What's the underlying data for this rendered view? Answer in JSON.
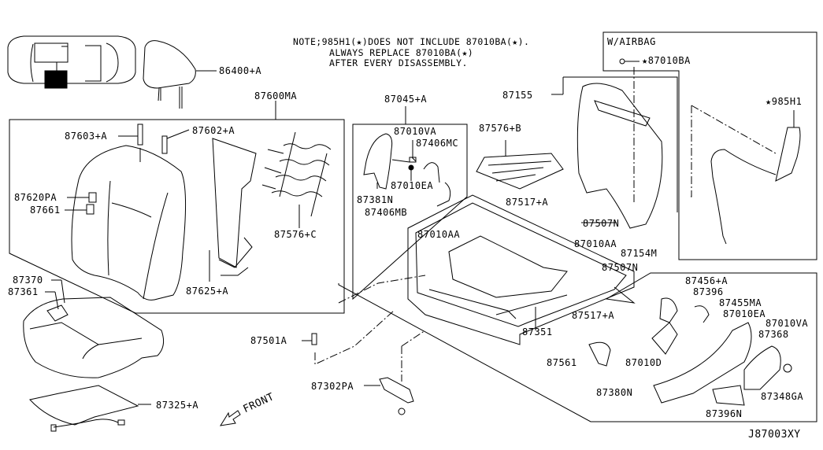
{
  "note": {
    "line1": "NOTE;985H1(★)DOES NOT INCLUDE 87010BA(★).",
    "line2": "ALWAYS REPLACE 87010BA(★)",
    "line3": "AFTER EVERY DISASSEMBLY."
  },
  "airbag_box": {
    "title": "W/AIRBAG",
    "star_icon": "★",
    "label_87010BA": "87010BA",
    "label_985H1": "985H1"
  },
  "front_indicator": "FRONT",
  "diagram_code": "J87003XY",
  "labels": {
    "p86400A": "86400+A",
    "p87600MA": "87600MA",
    "p87603A": "87603+A",
    "p87602A": "87602+A",
    "p87620PA": "87620PA",
    "p87661": "87661",
    "p87576C": "87576+C",
    "p87625A": "87625+A",
    "p87370": "87370",
    "p87361": "87361",
    "p87325A": "87325+A",
    "p87501A": "87501A",
    "p87302PA": "87302PA",
    "p87045A": "87045+A",
    "p87010VA": "87010VA",
    "p87406MC": "87406MC",
    "p87010EA": "87010EA",
    "p87381N": "87381N",
    "p87406MB": "87406MB",
    "p87576B": "87576+B",
    "p87155": "87155",
    "p87517A_top": "87517+A",
    "p87507N_top": "87507N",
    "p87010AA_left": "87010AA",
    "p87010AA_right": "87010AA",
    "p87154M": "87154M",
    "p87507N_mid": "87507N",
    "p87517A_mid": "87517+A",
    "p87351": "87351",
    "p87561": "87561",
    "p87456A": "87456+A",
    "p87396": "87396",
    "p87455MA": "87455MA",
    "p87010EA_right": "87010EA",
    "p87010VA_right": "87010VA",
    "p87368": "87368",
    "p87010D": "87010D",
    "p87380N": "87380N",
    "p87348GA": "87348GA",
    "p87396N": "87396N"
  }
}
